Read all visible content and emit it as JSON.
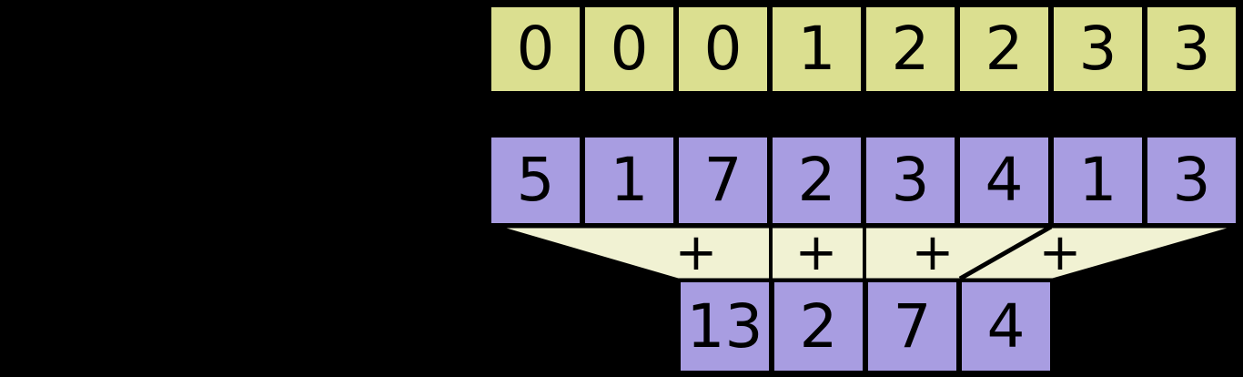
{
  "colors": {
    "background": "#000000",
    "keys_cell": "#dbdf90",
    "values_cell": "#a89de1",
    "results_cell": "#a89de1",
    "funnel": "#f1f2d3",
    "border": "#000000",
    "text": "#000000"
  },
  "keys_row": {
    "cells": [
      "0",
      "0",
      "0",
      "1",
      "2",
      "2",
      "3",
      "3"
    ]
  },
  "values_row": {
    "cells": [
      "5",
      "1",
      "7",
      "2",
      "3",
      "4",
      "1",
      "3"
    ]
  },
  "operators": {
    "cells": [
      "+",
      "+",
      "+",
      "+"
    ]
  },
  "results_row": {
    "cells": [
      "13",
      "2",
      "7",
      "4"
    ]
  }
}
